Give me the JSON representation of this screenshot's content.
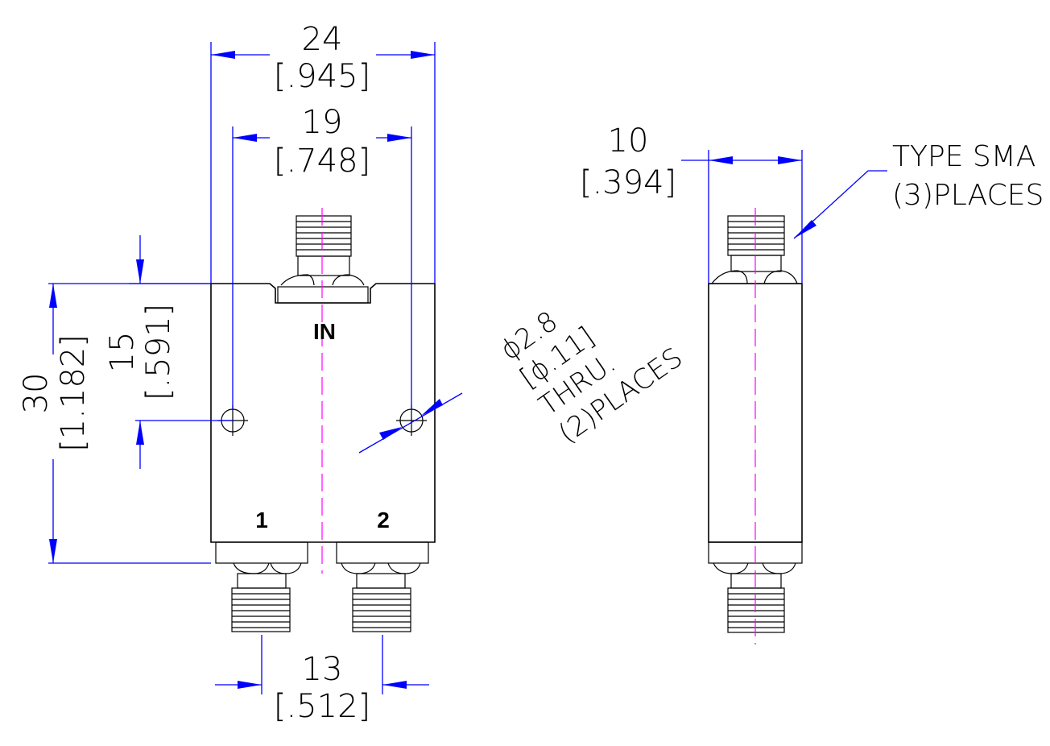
{
  "front_view": {
    "width": {
      "mm": "24",
      "inch": "[.945]"
    },
    "hole_spacing": {
      "mm": "19",
      "inch": "[.748]"
    },
    "height": {
      "mm": "30",
      "inch": "[1.182]"
    },
    "hole_height": {
      "mm": "15",
      "inch": "[.591]"
    },
    "output_spacing": {
      "mm": "13",
      "inch": "[.512]"
    },
    "hole_callout": {
      "line1": "ϕ2.8",
      "line2": "[ϕ.11]",
      "line3": "THRU.",
      "line4": "(2)PLACES"
    },
    "ports": {
      "input": "IN",
      "out1": "1",
      "out2": "2"
    }
  },
  "side_view": {
    "thickness": {
      "mm": "10",
      "inch": "[.394]"
    },
    "connector_callout": {
      "line1": "TYPE SMA",
      "line2": "(3)PLACES"
    }
  },
  "colors": {
    "outline": "#000000",
    "dimension": "#0000ff",
    "centerline": "#ff00ff"
  }
}
